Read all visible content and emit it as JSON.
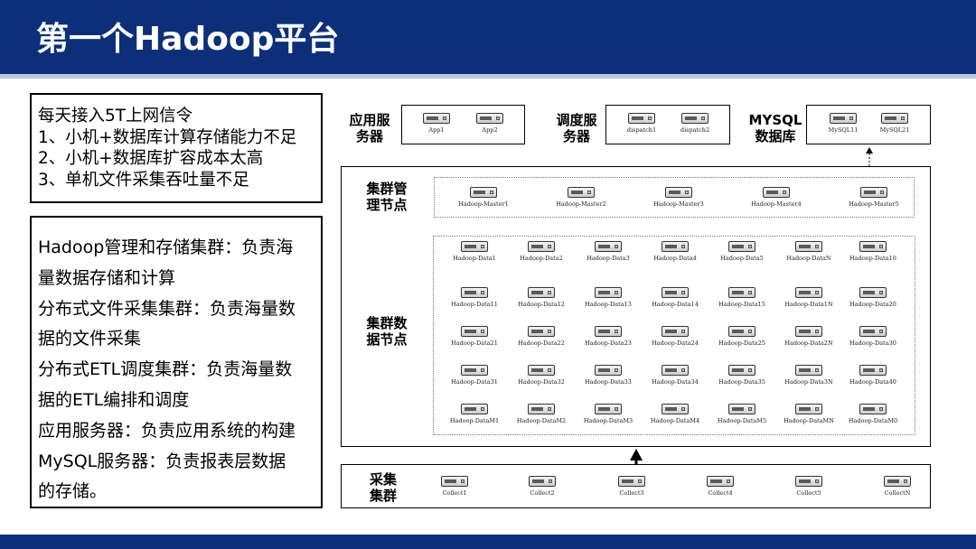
{
  "header": {
    "title": "第一个Hadoop平台"
  },
  "problems": {
    "lines": [
      "每天接入5T上网信令",
      "1、小机+数据库计算存储能力不足",
      "2、小机+数据库扩容成本太高",
      "3、单机文件采集吞吐量不足"
    ]
  },
  "description": {
    "lines": [
      "Hadoop管理和存储集群：负责海",
      "量数据存储和计算",
      "分布式文件采集集群：负责海量数",
      "据的文件采集",
      "分布式ETL调度集群：负责海量数",
      "据的ETL编排和调度",
      "应用服务器：负责应用系统的构建",
      "MySQL服务器：负责报表层数据",
      "的存储。"
    ]
  },
  "diagram": {
    "app_group": {
      "label_1": "应用服",
      "label_2": "务器",
      "servers": [
        "App1",
        "App2"
      ]
    },
    "dispatch_group": {
      "label_1": "调度服",
      "label_2": "务器",
      "servers": [
        "dispatch1",
        "dispatch2"
      ]
    },
    "mysql_group": {
      "label_1": "MYSQL",
      "label_2": "数据库",
      "servers": [
        "MySQL11",
        "MySQL21"
      ]
    },
    "master_group": {
      "label_1": "集群管",
      "label_2": "理节点",
      "servers": [
        "Hadoop-Master1",
        "Hadoop-Master2",
        "Hadoop-Master3",
        "Hadoop-Master4",
        "Hadoop-Master5"
      ]
    },
    "data_group": {
      "label_1": "集群数",
      "label_2": "据节点",
      "rows": [
        [
          "Hadoop-Data1",
          "Hadoop-Data2",
          "Hadoop-Data3",
          "Hadoop-Data4",
          "Hadoop-Data5",
          "Hadoop-DataN",
          "Hadoop-Data10"
        ],
        [
          "Hadoop-Data11",
          "Hadoop-Data12",
          "Hadoop-Data13",
          "Hadoop-Data14",
          "Hadoop-Data15",
          "Hadoop-Data1N",
          "Hadoop-Data20"
        ],
        [
          "Hadoop-Data21",
          "Hadoop-Data22",
          "Hadoop-Data23",
          "Hadoop-Data24",
          "Hadoop-Data25",
          "Hadoop-Data2N",
          "Hadoop-Data30"
        ],
        [
          "Hadoop-Data31",
          "Hadoop-Data32",
          "Hadoop-Data33",
          "Hadoop-Data34",
          "Hadoop-Data35",
          "Hadoop-Data3N",
          "Hadoop-Data40"
        ],
        [
          "Hadoop-DataM1",
          "Hadoop-DataM2",
          "Hadoop-DataM3",
          "Hadoop-DataM4",
          "Hadoop-DataM5",
          "Hadoop-DataMN",
          "Hadoop-DataM0"
        ]
      ]
    },
    "collect_group": {
      "label_1": "采集",
      "label_2": "集群",
      "servers": [
        "Collect1",
        "Collect2",
        "Collect3",
        "Collect4",
        "Collect5",
        "CollectN"
      ]
    }
  }
}
